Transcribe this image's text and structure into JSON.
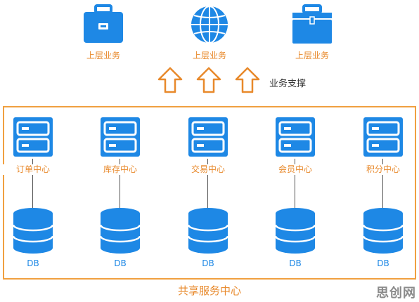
{
  "top_clients": [
    {
      "label": "上层业务",
      "icon": "briefcase-icon"
    },
    {
      "label": "上层业务",
      "icon": "globe-icon"
    },
    {
      "label": "上层业务",
      "icon": "suitcase-icon"
    }
  ],
  "support_label": "业务支撑",
  "platform_title": "共享服务中心",
  "services": [
    {
      "label": "订单中心",
      "db": "DB"
    },
    {
      "label": "库存中心",
      "db": "DB"
    },
    {
      "label": "交易中心",
      "db": "DB"
    },
    {
      "label": "会员中心",
      "db": "DB"
    },
    {
      "label": "积分中心",
      "db": "DB"
    }
  ],
  "watermark": "思创网",
  "colors": {
    "icon_blue": "#1e88e5",
    "accent_orange": "#e8892b",
    "frame_orange": "#f0a040"
  }
}
